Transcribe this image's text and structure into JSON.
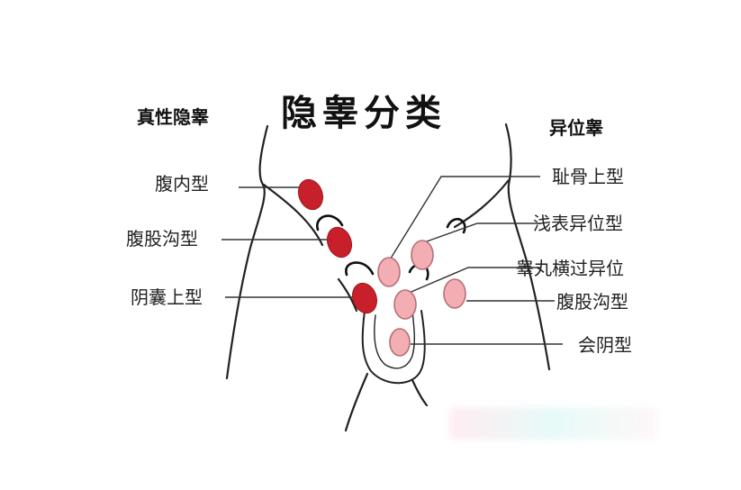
{
  "title": "隐睾分类",
  "groups": {
    "true_cryptorchidism": "真性隐睾",
    "ectopic_testis": "异位睾"
  },
  "left_labels": [
    {
      "text": "腹内型"
    },
    {
      "text": "腹股沟型"
    },
    {
      "text": "阴囊上型"
    }
  ],
  "right_labels": [
    {
      "text": "耻骨上型"
    },
    {
      "text": "浅表异位型"
    },
    {
      "text": "睾丸横过异位"
    },
    {
      "text": "腹股沟型"
    },
    {
      "text": "会阴型"
    }
  ],
  "colors": {
    "true_testis_fill": "#c8202a",
    "ectopic_testis_fill": "#f3aeb3",
    "ectopic_testis_stroke": "#b56f75",
    "line": "#222222"
  }
}
